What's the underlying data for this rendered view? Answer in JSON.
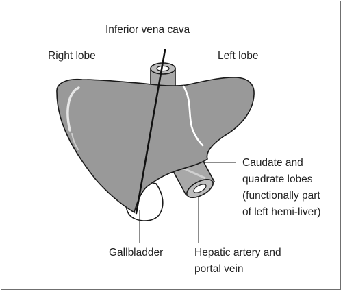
{
  "labels": {
    "ivc": "Inferior vena cava",
    "right_lobe": "Right lobe",
    "left_lobe": "Left lobe",
    "caudate": [
      "Caudate and",
      "quadrate lobes",
      "(functionally part",
      "of left hemi-liver)"
    ],
    "gallbladder": "Gallbladder",
    "hepatic": [
      "Hepatic artery and",
      "portal vein"
    ]
  },
  "colors": {
    "liver_fill": "#999999",
    "outline": "#1a1a1a",
    "vessel_fill": "#a8a8a8",
    "highlight": "#ffffff",
    "text": "#222222"
  }
}
